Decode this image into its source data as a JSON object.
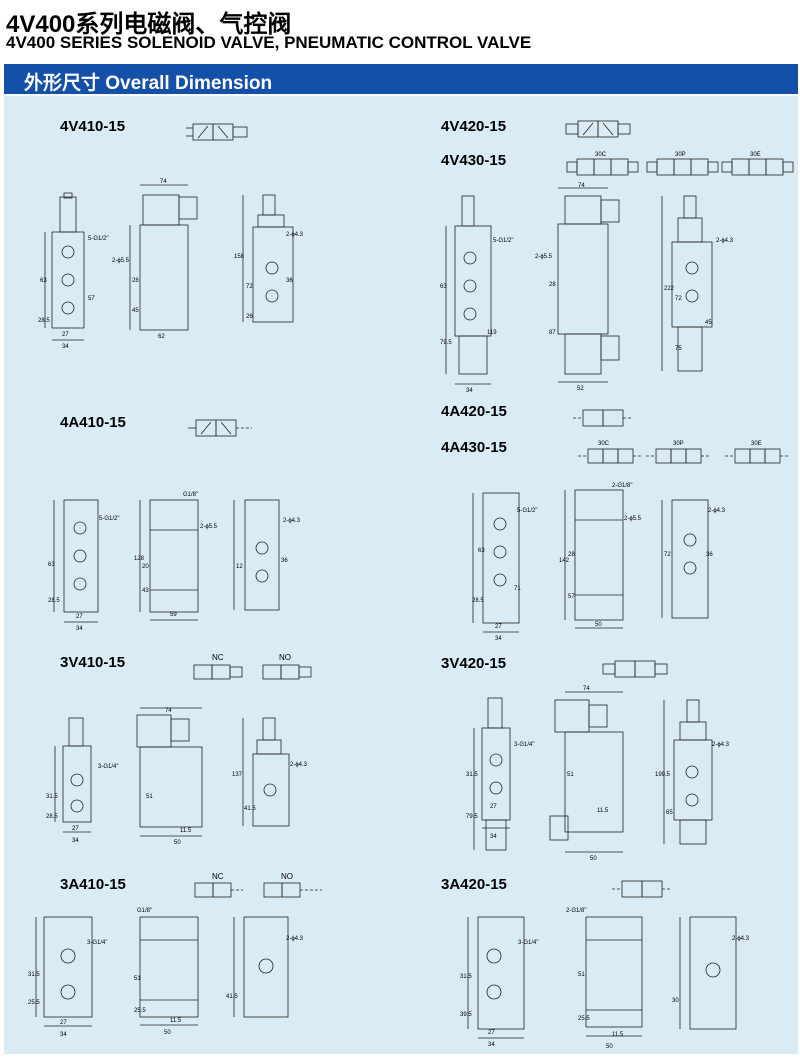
{
  "header": {
    "title": "4V400系列电磁阀、气控阀",
    "subtitle": "4V400 SERIES SOLENOID VALVE, PNEUMATIC CONTROL VALVE"
  },
  "section": {
    "title": "外形尺寸 Overall Dimension"
  },
  "models": [
    "4V410-15",
    "4V420-15",
    "4V430-15",
    "4A410-15",
    "4A420-15",
    "4A430-15",
    "3V410-15",
    "3V420-15",
    "3A410-15",
    "3A420-15"
  ],
  "symbols": {
    "nc": "NC",
    "no": "NO",
    "c30": "30C",
    "p30": "30P",
    "e30": "30E"
  },
  "dims": {
    "d4v410": [
      "5-G1/2\"",
      "74",
      "2-ɸ5.5",
      "2-ɸ4.3",
      "63",
      "57",
      "28.5",
      "27",
      "34",
      "28",
      "45",
      "62",
      "158",
      "72",
      "36",
      "26"
    ],
    "d4v420": [
      "5-G1/2\"",
      "74",
      "2-ɸ5.5",
      "2-ɸ4.3",
      "63",
      "28",
      "87",
      "119",
      "79.5",
      "34",
      "52",
      "222",
      "72",
      "45",
      "75"
    ],
    "d4a410": [
      "G1/8\"",
      "5-G1/2\"",
      "2-ɸ5.5",
      "2-ɸ4.3",
      "128",
      "20",
      "63",
      "43",
      "28.5",
      "27",
      "34",
      "59",
      "12",
      "36"
    ],
    "d4a420": [
      "2-G1/8\"",
      "5-G1/2\"",
      "2-ɸ5.5",
      "2-ɸ4.3",
      "142",
      "63",
      "28",
      "57",
      "71",
      "28.5",
      "27",
      "34",
      "50",
      "72",
      "36"
    ],
    "d3v410": [
      "74",
      "3-G1/4\"",
      "2-ɸ4.3",
      "137",
      "51",
      "31.5",
      "28.5",
      "27",
      "34",
      "11.5",
      "50",
      "41.5"
    ],
    "d3v420": [
      "74",
      "3-G1/4\"",
      "2-ɸ4.3",
      "199.5",
      "31.5",
      "79.5",
      "27",
      "34",
      "11.5",
      "50",
      "51",
      "65"
    ],
    "d3a410": [
      "G1/8\"",
      "3-G1/4\"",
      "2-ɸ4.3",
      "31.5",
      "25.5",
      "27",
      "34",
      "51",
      "25.5",
      "11.5",
      "50",
      "41.5"
    ],
    "d3a420": [
      "2-G1/8\"",
      "3-G1/4\"",
      "2-ɸ4.3",
      "31.5",
      "39.5",
      "27",
      "34",
      "51",
      "25.5",
      "11.5",
      "50",
      "30"
    ]
  }
}
